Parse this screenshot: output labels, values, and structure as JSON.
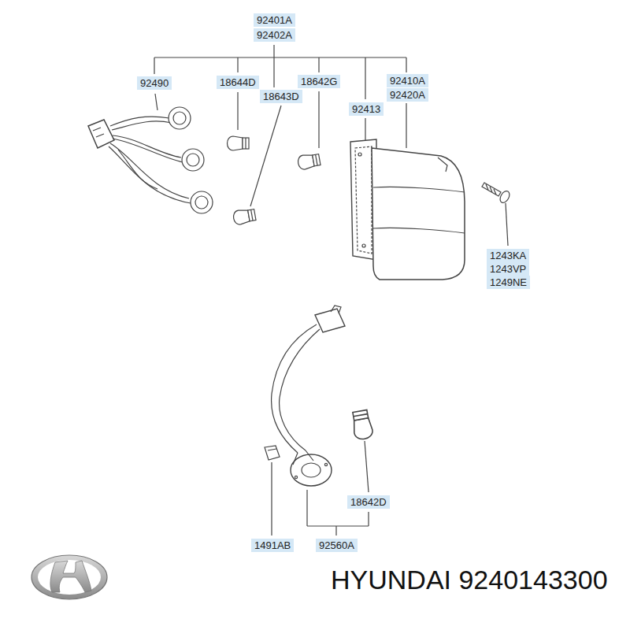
{
  "diagram": {
    "labels": [
      "92401A",
      "92402A",
      "92490",
      "18644D",
      "18642G",
      "18643D",
      "92413",
      "92410A",
      "92420A",
      "1243KA",
      "1243VP",
      "1249NE",
      "18642D",
      "1491AB",
      "92560A",
      "HYUNDAI 9240143300"
    ]
  }
}
